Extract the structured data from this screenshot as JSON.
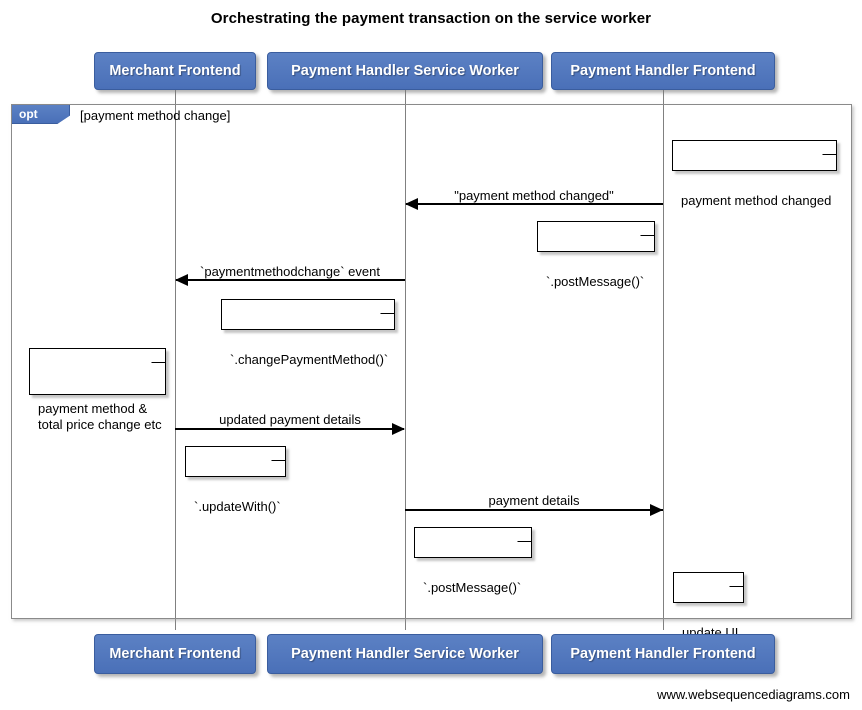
{
  "diagram": {
    "title": "Orchestrating the payment transaction on the service worker",
    "footer": "www.websequencediagrams.com",
    "accent_color": "#4f76bd",
    "line_color": "#000000",
    "frame_border_color": "#8a8a8a"
  },
  "participants": [
    {
      "id": "merchant-frontend",
      "label": "Merchant Frontend"
    },
    {
      "id": "payment-handler-service-worker",
      "label": "Payment Handler Service Worker"
    },
    {
      "id": "payment-handler-frontend",
      "label": "Payment Handler Frontend"
    }
  ],
  "fragment": {
    "type": "opt",
    "tag_label": "opt",
    "guard_label": "[payment method change]"
  },
  "messages": [
    {
      "id": "msg-payment-method-changed",
      "label": "\"payment method changed\"",
      "from": "payment-handler-frontend",
      "to": "payment-handler-service-worker",
      "direction": "left"
    },
    {
      "id": "msg-paymentmethodchange-event",
      "label": "`paymentmethodchange` event",
      "from": "payment-handler-service-worker",
      "to": "merchant-frontend",
      "direction": "left"
    },
    {
      "id": "msg-updated-payment-details",
      "label": "updated payment details",
      "from": "merchant-frontend",
      "to": "payment-handler-service-worker",
      "direction": "right"
    },
    {
      "id": "msg-payment-details",
      "label": "payment details",
      "from": "payment-handler-service-worker",
      "to": "payment-handler-frontend",
      "direction": "right"
    }
  ],
  "notes": [
    {
      "id": "note-payment-method-changed",
      "text": "payment method changed"
    },
    {
      "id": "note-post-message-1",
      "text": "`.postMessage()`"
    },
    {
      "id": "note-change-payment-method",
      "text": "`.changePaymentMethod()`"
    },
    {
      "id": "note-payment-method-total",
      "text": "payment method &\ntotal price change etc"
    },
    {
      "id": "note-update-with",
      "text": "`.updateWith()`"
    },
    {
      "id": "note-post-message-2",
      "text": "`.postMessage()`"
    },
    {
      "id": "note-update-ui",
      "text": "update UI"
    }
  ]
}
